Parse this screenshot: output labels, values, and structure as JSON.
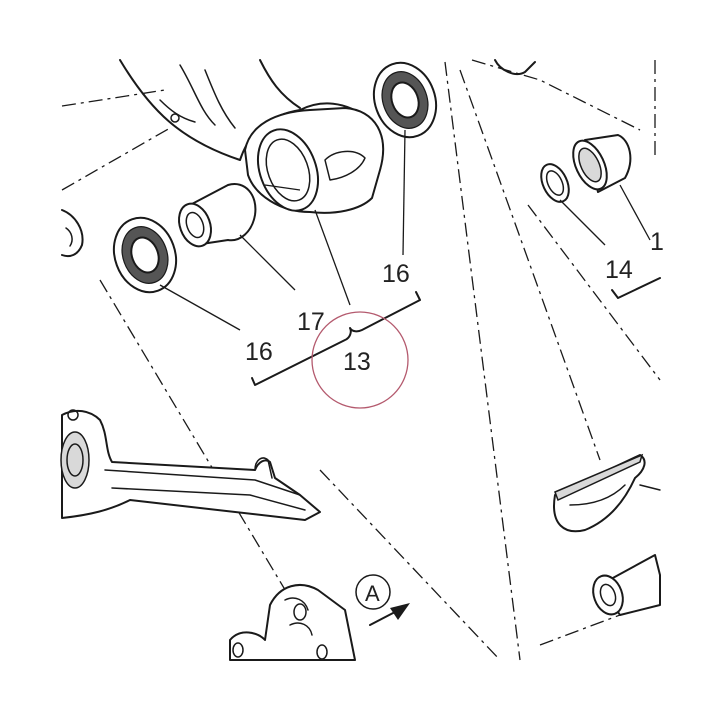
{
  "labels": {
    "part_13": "13",
    "part_14": "14",
    "part_16_left": "16",
    "part_16_top": "16",
    "part_17": "17",
    "part_1_partial": "1",
    "view_marker": "A"
  },
  "colors": {
    "line": "#1a1a1a",
    "highlight_circle": "#b45a6e"
  }
}
